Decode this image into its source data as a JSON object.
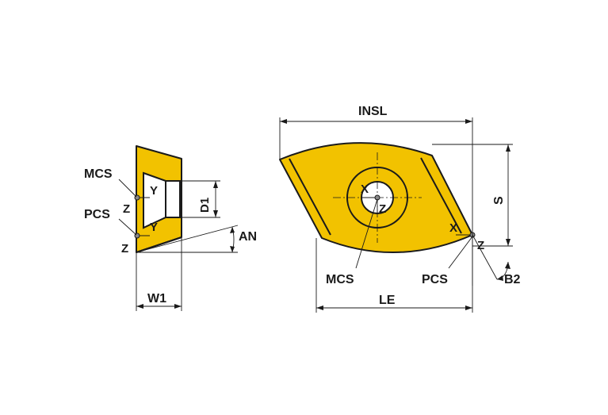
{
  "labels": {
    "mcs_side": "MCS",
    "pcs_side": "PCS",
    "z_mcs_side": "Z",
    "y_mcs_side": "Y",
    "z_pcs_side": "Z",
    "y_pcs_side": "Y",
    "d1": "D1",
    "an": "AN",
    "w1": "W1",
    "insl": "INSL",
    "s": "S",
    "le": "LE",
    "b2": "B2",
    "x_mcs_top": "X",
    "z_mcs_top": "Z",
    "x_pcs_top": "X",
    "z_pcs_top": "Z",
    "mcs_top": "MCS",
    "pcs_top": "PCS"
  },
  "colors": {
    "insert_fill": "#f2c200",
    "outline": "#1a1a1a",
    "background": "#ffffff"
  }
}
